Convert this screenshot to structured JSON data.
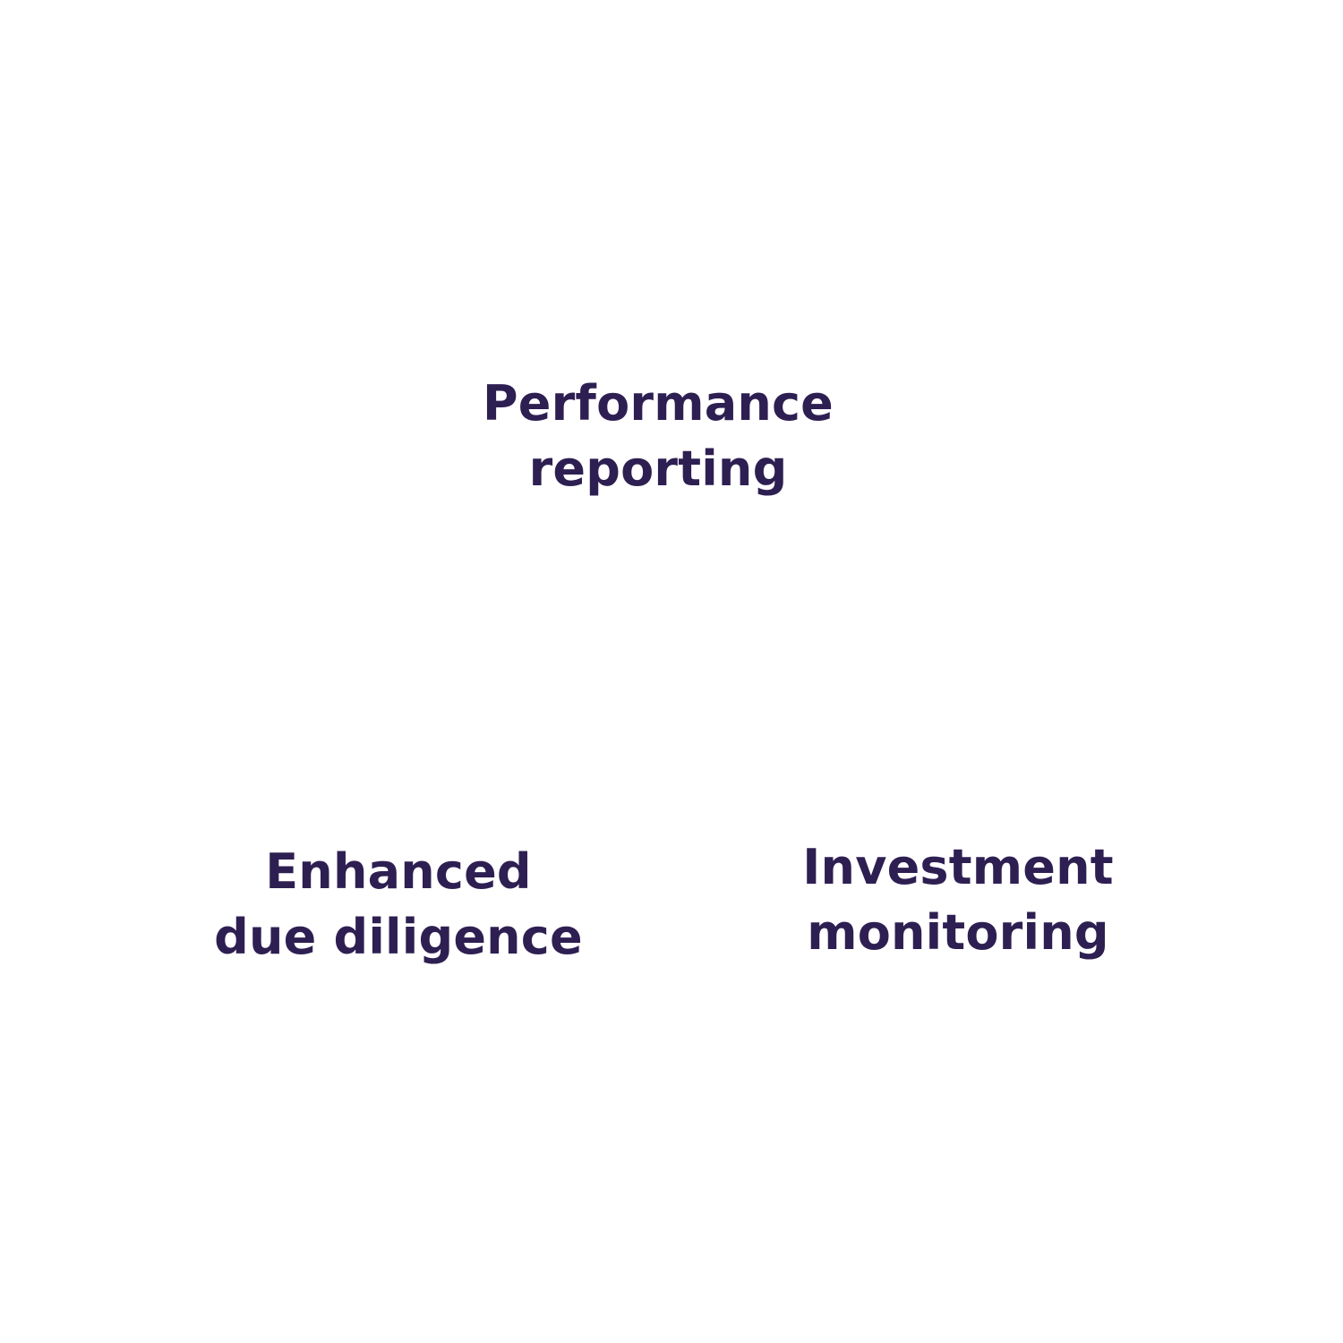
{
  "colors": {
    "text": "#2e1f52",
    "background": "#ffffff"
  },
  "nodes": {
    "top": {
      "line1": "Performance",
      "line2": "reporting"
    },
    "left": {
      "line1": "Enhanced",
      "line2": "due diligence"
    },
    "right": {
      "line1": "Investment",
      "line2": "monitoring"
    }
  }
}
